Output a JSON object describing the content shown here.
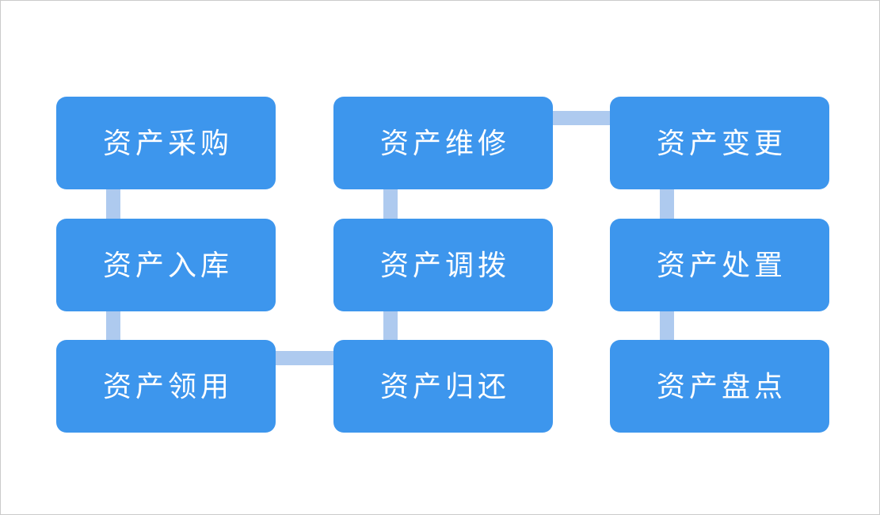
{
  "colors": {
    "node_fill": "#3D96ED",
    "connector": "#AECAEF",
    "node_text": "#FFFFFF",
    "frame_border": "#CBCBCB",
    "page_background": "#FFFFFF"
  },
  "flowchart": {
    "nodes": [
      {
        "id": "asset-procurement",
        "label": "资产采购"
      },
      {
        "id": "asset-maintenance",
        "label": "资产维修"
      },
      {
        "id": "asset-change",
        "label": "资产变更"
      },
      {
        "id": "asset-inbound",
        "label": "资产入库"
      },
      {
        "id": "asset-transfer",
        "label": "资产调拨"
      },
      {
        "id": "asset-disposal",
        "label": "资产处置"
      },
      {
        "id": "asset-requisition",
        "label": "资产领用"
      },
      {
        "id": "asset-return",
        "label": "资产归还"
      },
      {
        "id": "asset-stocktaking",
        "label": "资产盘点"
      }
    ],
    "connectors": [
      {
        "type": "vertical",
        "from": "asset-procurement",
        "to": "asset-inbound"
      },
      {
        "type": "vertical",
        "from": "asset-inbound",
        "to": "asset-requisition"
      },
      {
        "type": "vertical",
        "from": "asset-maintenance",
        "to": "asset-transfer"
      },
      {
        "type": "vertical",
        "from": "asset-transfer",
        "to": "asset-return"
      },
      {
        "type": "vertical",
        "from": "asset-change",
        "to": "asset-disposal"
      },
      {
        "type": "vertical",
        "from": "asset-disposal",
        "to": "asset-stocktaking"
      },
      {
        "type": "horizontal",
        "from": "asset-maintenance",
        "to": "asset-change"
      },
      {
        "type": "horizontal",
        "from": "asset-requisition",
        "to": "asset-return"
      }
    ]
  }
}
